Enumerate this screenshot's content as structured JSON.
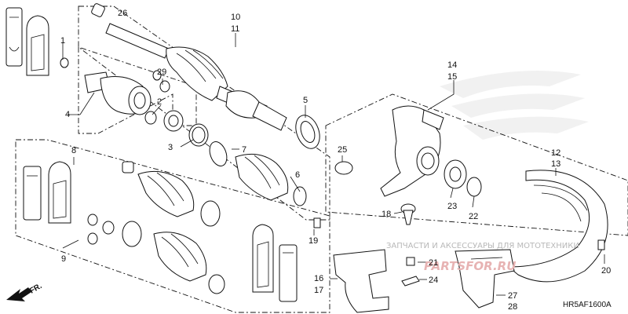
{
  "callouts": {
    "c1": "1",
    "c2": "2",
    "c3": "3",
    "c4": "4",
    "c5": "5",
    "c6": "6",
    "c7": "7",
    "c8": "8",
    "c9": "9",
    "c10": "10",
    "c11": "11",
    "c12": "12",
    "c13": "13",
    "c14": "14",
    "c15": "15",
    "c16": "16",
    "c17": "17",
    "c18": "18",
    "c19": "19",
    "c20": "20",
    "c21": "21",
    "c22": "22",
    "c23": "23",
    "c24": "24",
    "c25": "25",
    "c26": "26",
    "c27": "27",
    "c28": "28",
    "c29": "29"
  },
  "direction_label": "FR.",
  "diagram_code": "HR5AF1600A",
  "watermark": {
    "text": "ЗАПЧАСТИ И АКСЕССУАРЫ ДЛЯ МОТОТЕХНИКИ",
    "logo": "PARTSFOR.RU"
  }
}
